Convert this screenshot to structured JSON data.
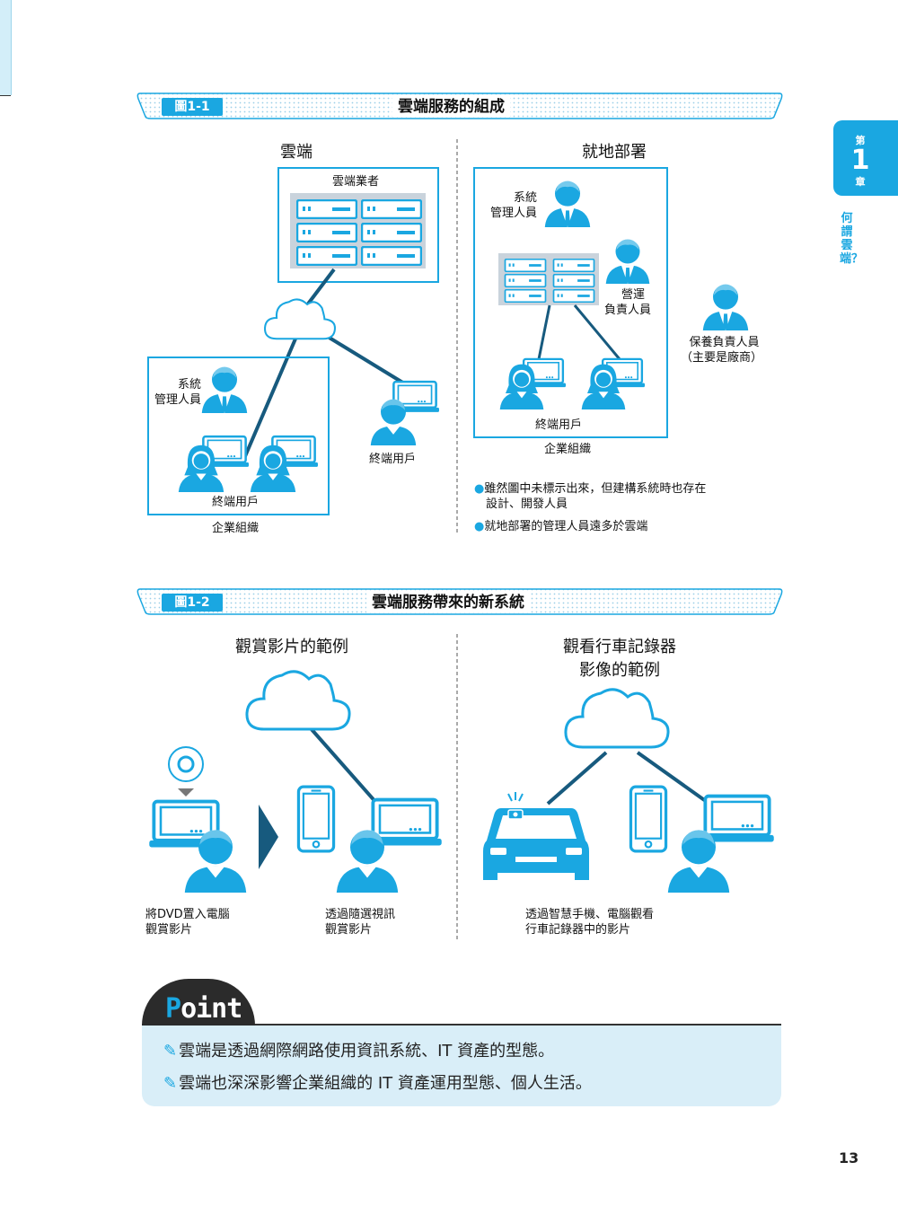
{
  "chapter": {
    "prefix": "第",
    "number": "1",
    "suffix": "章",
    "side_title": "何謂雲端？"
  },
  "fig1": {
    "label": "圖1-1",
    "title": "雲端服務的組成",
    "cloud_heading": "雲端",
    "onprem_heading": "就地部署",
    "cloud_provider": "雲端業者",
    "sysadmin_left_1": "系統",
    "sysadmin_left_2": "管理人員",
    "end_user_left": "終端用戶",
    "org_left": "企業組織",
    "end_user_remote": "終端用戶",
    "sysadmin_right_1": "系統",
    "sysadmin_right_2": "管理人員",
    "ops_1": "營運",
    "ops_2": "負責人員",
    "maint_1": "保養負責人員",
    "maint_2": "（主要是廠商）",
    "end_user_right": "終端用戶",
    "org_right": "企業組織",
    "notes": [
      {
        "line1": "雖然圖中未標示出來，但建構系統時也存在",
        "line2": "設計、開發人員"
      },
      {
        "line1": "就地部署的管理人員遠多於雲端",
        "line2": ""
      }
    ]
  },
  "fig2": {
    "label": "圖1-2",
    "title": "雲端服務帶來的新系統",
    "left_heading": "觀賞影片的範例",
    "right_heading_1": "觀看行車記錄器",
    "right_heading_2": "影像的範例",
    "cap_dvd_1": "將DVD置入電腦",
    "cap_dvd_2": "觀賞影片",
    "cap_vod_1": "透過隨選視訊",
    "cap_vod_2": "觀賞影片",
    "cap_dash_1": "透過智慧手機、電腦觀看",
    "cap_dash_2": "行車記錄器中的影片"
  },
  "point": {
    "title_p": "P",
    "title_rest": "oint",
    "items": [
      "雲端是透過網際網路使用資訊系統、IT 資產的型態。",
      "雲端也深深影響企業組織的 IT 資產運用型態、個人生活。"
    ]
  },
  "page_number": "13",
  "colors": {
    "accent": "#1aa7e1",
    "navy": "#175a7e",
    "light": "#d9eef8"
  }
}
